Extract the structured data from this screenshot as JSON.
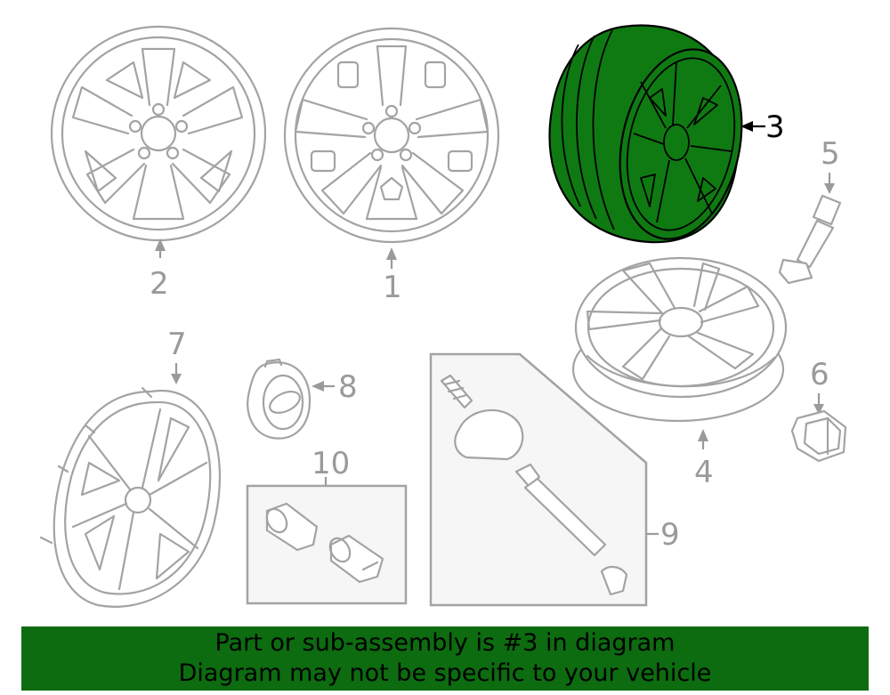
{
  "callouts": {
    "c1": "1",
    "c2": "2",
    "c3": "3",
    "c4": "4",
    "c5": "5",
    "c6": "6",
    "c7": "7",
    "c8": "8",
    "c9": "9",
    "c10": "10"
  },
  "highlight_color": "#0f7a12",
  "banner": {
    "line1": "Part or sub-assembly is #3 in diagram",
    "line2": "Diagram may not be specific to your vehicle"
  }
}
